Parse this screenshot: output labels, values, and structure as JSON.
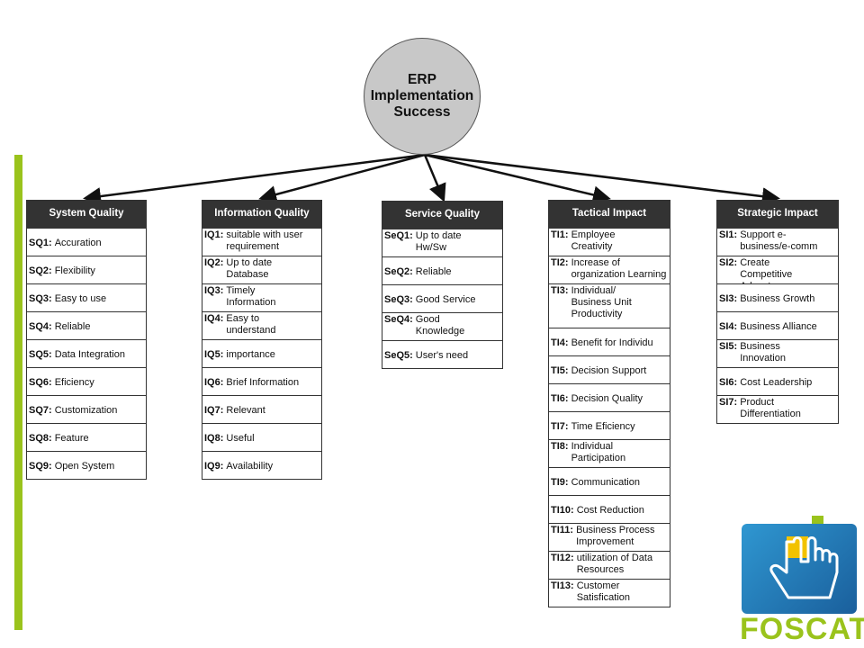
{
  "root": {
    "label": "ERP\nImplementation\nSuccess"
  },
  "columns": [
    {
      "title": "System Quality",
      "items": [
        {
          "code": "SQ1:",
          "text": "Accuration"
        },
        {
          "code": "SQ2:",
          "text": "Flexibility"
        },
        {
          "code": "SQ3:",
          "text": "Easy to use"
        },
        {
          "code": "SQ4:",
          "text": "Reliable"
        },
        {
          "code": "SQ5:",
          "text": "Data Integration"
        },
        {
          "code": "SQ6:",
          "text": "Eficiency"
        },
        {
          "code": "SQ7:",
          "text": "Customization"
        },
        {
          "code": "SQ8:",
          "text": "Feature"
        },
        {
          "code": "SQ9:",
          "text": "Open System"
        }
      ]
    },
    {
      "title": "Information Quality",
      "items": [
        {
          "code": "IQ1:",
          "text": "suitable with user\nrequirement"
        },
        {
          "code": "IQ2:",
          "text": "Up to date\nDatabase"
        },
        {
          "code": "IQ3:",
          "text": "Timely\nInformation"
        },
        {
          "code": "IQ4:",
          "text": "Easy to\nunderstand"
        },
        {
          "code": "IQ5:",
          "text": "importance"
        },
        {
          "code": "IQ6:",
          "text": "Brief Information"
        },
        {
          "code": "IQ7:",
          "text": "Relevant"
        },
        {
          "code": "IQ8:",
          "text": "Useful"
        },
        {
          "code": "IQ9:",
          "text": "Availability"
        }
      ]
    },
    {
      "title": "Service Quality",
      "items": [
        {
          "code": "SeQ1:",
          "text": "Up to date\nHw/Sw"
        },
        {
          "code": "SeQ2:",
          "text": "Reliable"
        },
        {
          "code": "SeQ3:",
          "text": "Good Service"
        },
        {
          "code": "SeQ4:",
          "text": "Good\nKnowledge"
        },
        {
          "code": "SeQ5:",
          "text": "User's need"
        }
      ]
    },
    {
      "title": "Tactical Impact",
      "items": [
        {
          "code": "TI1:",
          "text": "Employee\nCreativity"
        },
        {
          "code": "TI2:",
          "text": "Increase of\norganization Learning"
        },
        {
          "code": "TI3:",
          "text": "Individual/\nBusiness Unit\nProductivity"
        },
        {
          "code": "TI4:",
          "text": "Benefit for Individu"
        },
        {
          "code": "TI5:",
          "text": "Decision Support"
        },
        {
          "code": "TI6:",
          "text": "Decision Quality"
        },
        {
          "code": "TI7:",
          "text": "Time Eficiency"
        },
        {
          "code": "TI8:",
          "text": "Individual\nParticipation"
        },
        {
          "code": "TI9:",
          "text": "Communication"
        },
        {
          "code": "TI10:",
          "text": "Cost Reduction"
        },
        {
          "code": "TI11:",
          "text": "Business Process\nImprovement"
        },
        {
          "code": "TI12:",
          "text": "utilization of Data\nResources"
        },
        {
          "code": "TI13:",
          "text": "Customer\nSatisfication"
        }
      ]
    },
    {
      "title": "Strategic Impact",
      "items": [
        {
          "code": "SI1:",
          "text": "Support e-\nbusiness/e-comm"
        },
        {
          "code": "SI2:",
          "text": "Create\nCompetitive Advantage"
        },
        {
          "code": "SI3:",
          "text": "Business Growth"
        },
        {
          "code": "SI4:",
          "text": "Business Alliance"
        },
        {
          "code": "SI5:",
          "text": "Business\nInnovation"
        },
        {
          "code": "SI6:",
          "text": "Cost Leadership"
        },
        {
          "code": "SI7:",
          "text": "Product\nDifferentiation"
        }
      ]
    }
  ],
  "logo": {
    "text": "FOSCAT",
    "icon": "hand-pointer-icon"
  },
  "colors": {
    "accent_green": "#9ac31c",
    "header_dark": "#333333",
    "logo_blue": "#2f97d1",
    "root_fill": "#c8c8c8"
  }
}
